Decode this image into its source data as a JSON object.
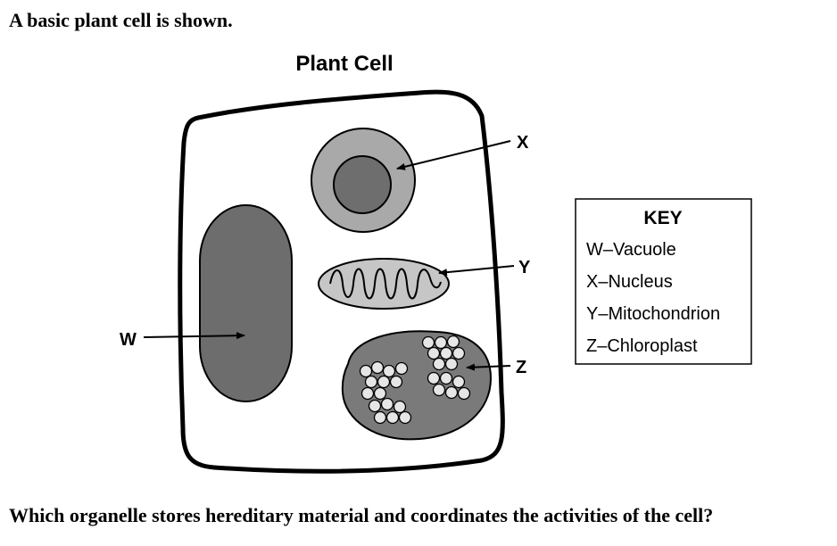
{
  "intro_text": "A basic plant cell is shown.",
  "diagram": {
    "title": "Plant Cell",
    "labels": {
      "w": "W",
      "x": "X",
      "y": "Y",
      "z": "Z"
    },
    "key": {
      "heading": "KEY",
      "entries": [
        "W–Vacuole",
        "X–Nucleus",
        "Y–Mitochondrion",
        "Z–Chloroplast"
      ]
    }
  },
  "question_text": "Which organelle stores hereditary material and coordinates the activities of the cell?"
}
